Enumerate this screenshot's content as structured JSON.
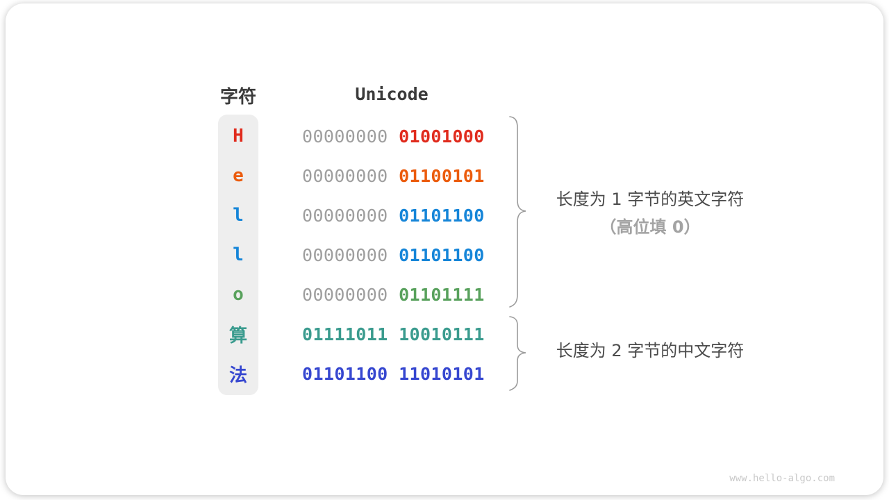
{
  "table": {
    "headers": {
      "char": "字符",
      "unicode": "Unicode"
    },
    "rows": [
      {
        "char": "H",
        "color": "#e02b1d",
        "bytes": [
          "00000000",
          "01001000"
        ],
        "byte1_muted": true
      },
      {
        "char": "e",
        "color": "#eb5b0c",
        "bytes": [
          "00000000",
          "01100101"
        ],
        "byte1_muted": true
      },
      {
        "char": "l",
        "color": "#1585d8",
        "bytes": [
          "00000000",
          "01101100"
        ],
        "byte1_muted": true
      },
      {
        "char": "l",
        "color": "#1585d8",
        "bytes": [
          "00000000",
          "01101100"
        ],
        "byte1_muted": true
      },
      {
        "char": "o",
        "color": "#58a15c",
        "bytes": [
          "00000000",
          "01101111"
        ],
        "byte1_muted": true
      },
      {
        "char": "算",
        "color": "#3a9b8e",
        "bytes": [
          "01111011",
          "10010111"
        ],
        "byte1_muted": false
      },
      {
        "char": "法",
        "color": "#3647d0",
        "bytes": [
          "01101100",
          "11010101"
        ],
        "byte1_muted": false
      }
    ],
    "muted_color": "#9e9e9e"
  },
  "annotations": {
    "group1": {
      "line1": "长度为 1 字节的英文字符",
      "line2": "（高位填 0）"
    },
    "group2": {
      "line1": "长度为 2 字节的中文字符"
    }
  },
  "brace_color": "#9b9b9b",
  "watermark": "www.hello-algo.com"
}
